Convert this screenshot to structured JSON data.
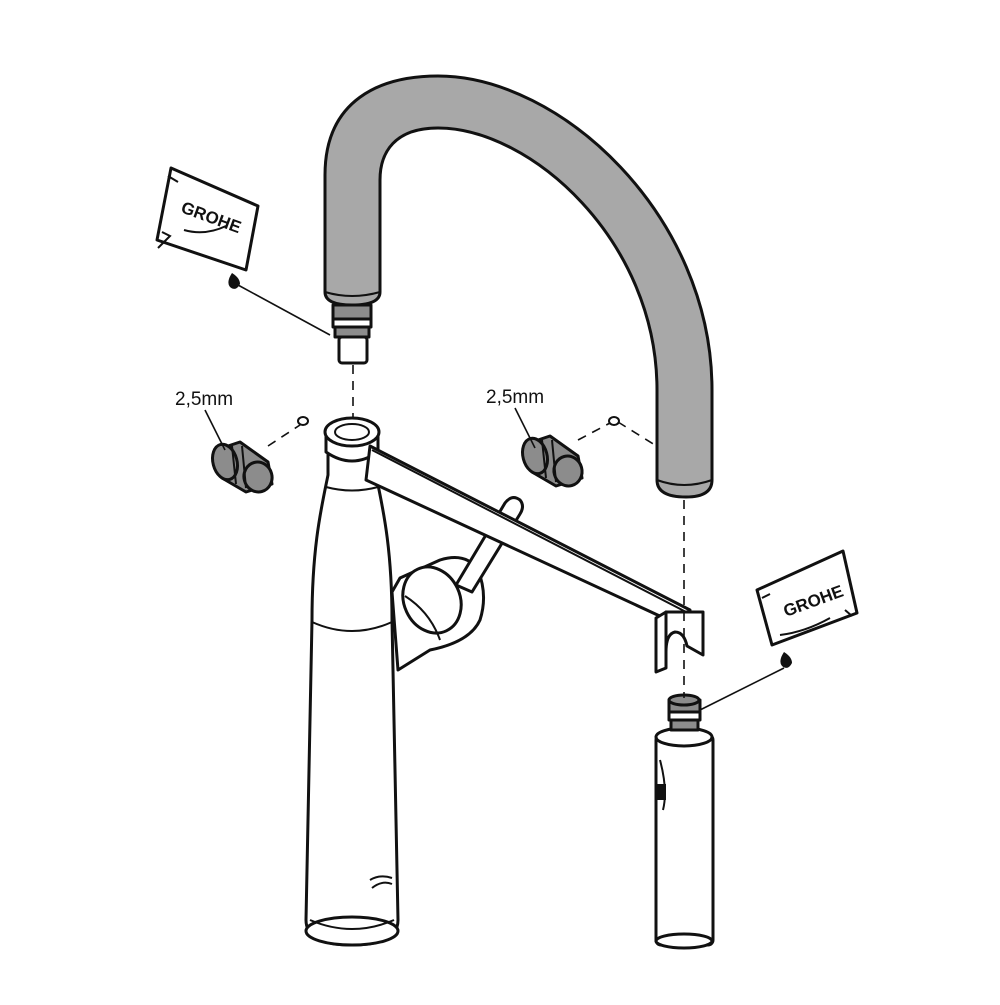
{
  "labels": {
    "left_dimension": "2,5mm",
    "right_dimension": "2,5mm"
  },
  "grease_packets": {
    "brand_text": "GROHE"
  },
  "icons": {
    "grease_packet": "grease-packet-icon",
    "grease_drop": "grease-drop-icon",
    "allen_screw": "allen-screw-icon",
    "threaded_plug": "threaded-plug-icon",
    "brand_logo": "brand-logo-icon"
  },
  "colors": {
    "line": "#111111",
    "spout_fill": "#a8a8a8",
    "plug_fill": "#8c8c8c",
    "body_fill": "#ffffff"
  }
}
